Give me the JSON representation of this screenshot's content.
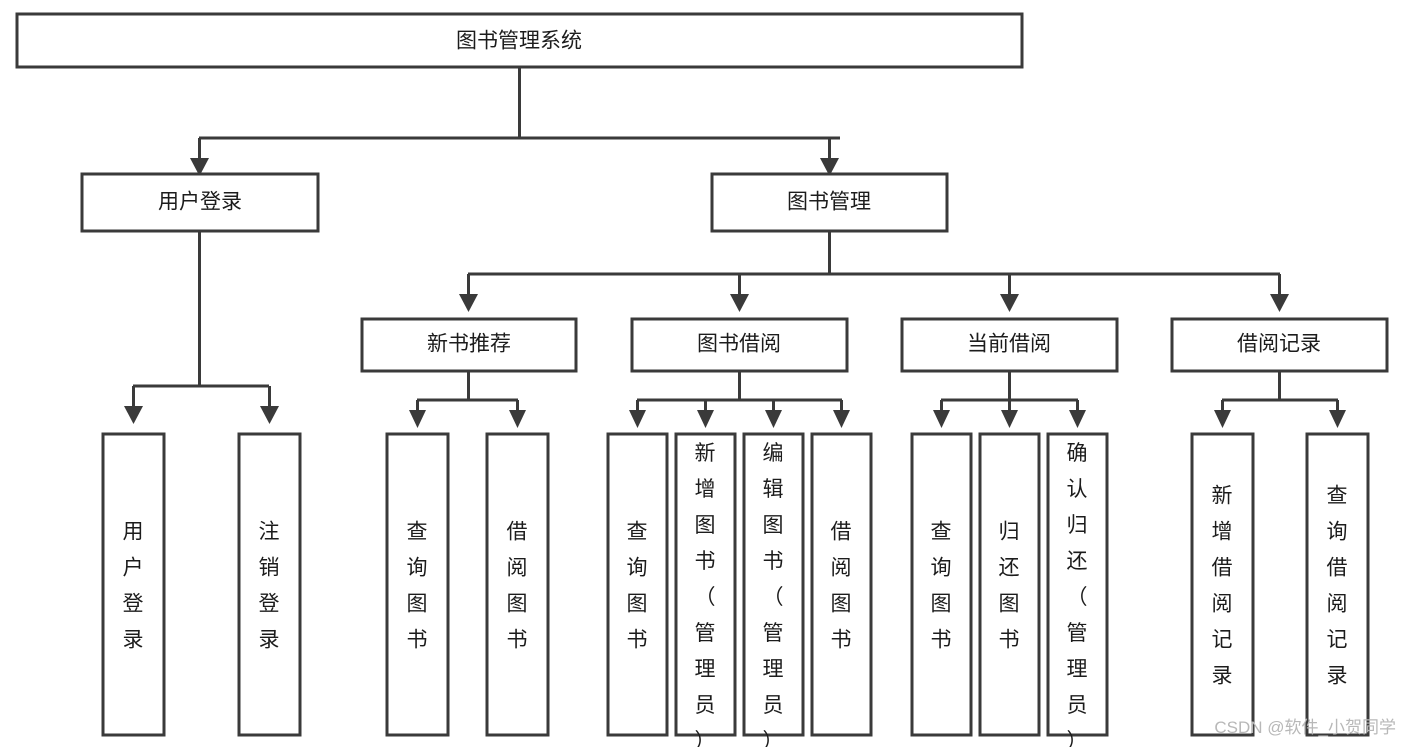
{
  "diagram": {
    "title": "图书管理系统",
    "type": "hierarchy-tree",
    "levels": 4,
    "colors": {
      "box_stroke": "#3a3a3a",
      "box_fill": "#ffffff",
      "connector": "#3a3a3a",
      "text": "#1c1c1c",
      "background": "#ffffff",
      "watermark": "#b8b8b8"
    }
  },
  "root": {
    "label": "图书管理系统"
  },
  "level2": [
    {
      "label": "用户登录"
    },
    {
      "label": "图书管理"
    }
  ],
  "level3": [
    {
      "label": "新书推荐"
    },
    {
      "label": "图书借阅"
    },
    {
      "label": "当前借阅"
    },
    {
      "label": "借阅记录"
    }
  ],
  "leaves": {
    "user_login": [
      {
        "label": "用户登录"
      },
      {
        "label": "注销登录"
      }
    ],
    "new_book_recommend": [
      {
        "label": "查询图书"
      },
      {
        "label": "借阅图书"
      }
    ],
    "book_borrow": [
      {
        "label": "查询图书"
      },
      {
        "label": "新增图书（管理员）"
      },
      {
        "label": "编辑图书（管理员）"
      },
      {
        "label": "借阅图书"
      }
    ],
    "current_borrow": [
      {
        "label": "查询图书"
      },
      {
        "label": "归还图书"
      },
      {
        "label": "确认归还（管理员）"
      }
    ],
    "borrow_record": [
      {
        "label": "新增借阅记录"
      },
      {
        "label": "查询借阅记录"
      }
    ]
  },
  "watermark": {
    "text": "CSDN @软件_小贺同学"
  }
}
